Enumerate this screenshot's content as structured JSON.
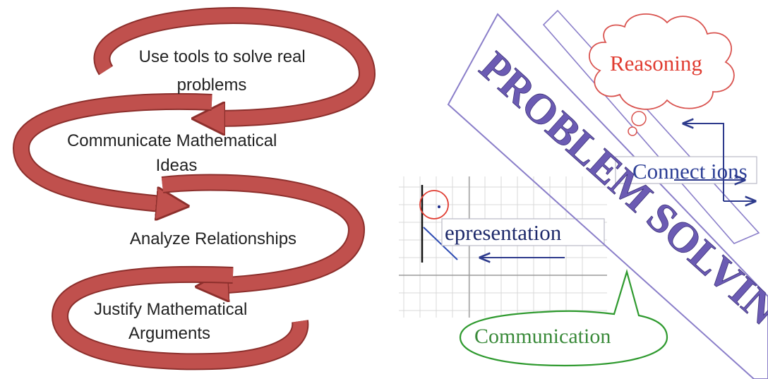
{
  "left_process": {
    "steps": [
      {
        "lines": [
          "Use tools to solve real",
          "problems"
        ]
      },
      {
        "lines": [
          "Communicate Mathematical",
          "Ideas"
        ]
      },
      {
        "lines": [
          "Analyze Relationships"
        ]
      },
      {
        "lines": [
          "Justify Mathematical",
          "Arguments"
        ]
      }
    ],
    "loop_color": "#c0504d",
    "loop_edge_color": "#8c2f2c"
  },
  "right_concepts": {
    "banner": "PROBLEM SOLVING",
    "reasoning": "Reasoning",
    "connections": "Connect ions",
    "representation": "epresentation",
    "communication": "Communication",
    "colors": {
      "banner_text": "#6b5bb3",
      "frame": "#8a7ec9",
      "reasoning": "#e03c31",
      "connections": "#2d3f96",
      "arrow": "#2d3a8c",
      "communication": "#3a8a3a",
      "speech_outline": "#2f9a2f",
      "cloud_outline": "#d9534f"
    }
  }
}
